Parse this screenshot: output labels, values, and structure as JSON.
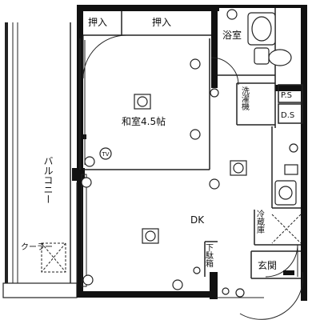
{
  "rooms": {
    "closet_1": "押入",
    "closet_2": "押入",
    "bathroom": "浴室",
    "washing_machine": "洗濯機",
    "ps": "P.S",
    "ds": "D.S",
    "washitsu": "和室4.5帖",
    "balcony": "バルコニー",
    "dk": "DK",
    "refrigerator": "冷蔵庫",
    "shoe_box": "下駄箱",
    "entrance": "玄関",
    "air_conditioner": "クーラー",
    "tv": "TV"
  },
  "colors": {
    "wall": "#111111",
    "line": "#222222",
    "paper": "#ffffff"
  }
}
